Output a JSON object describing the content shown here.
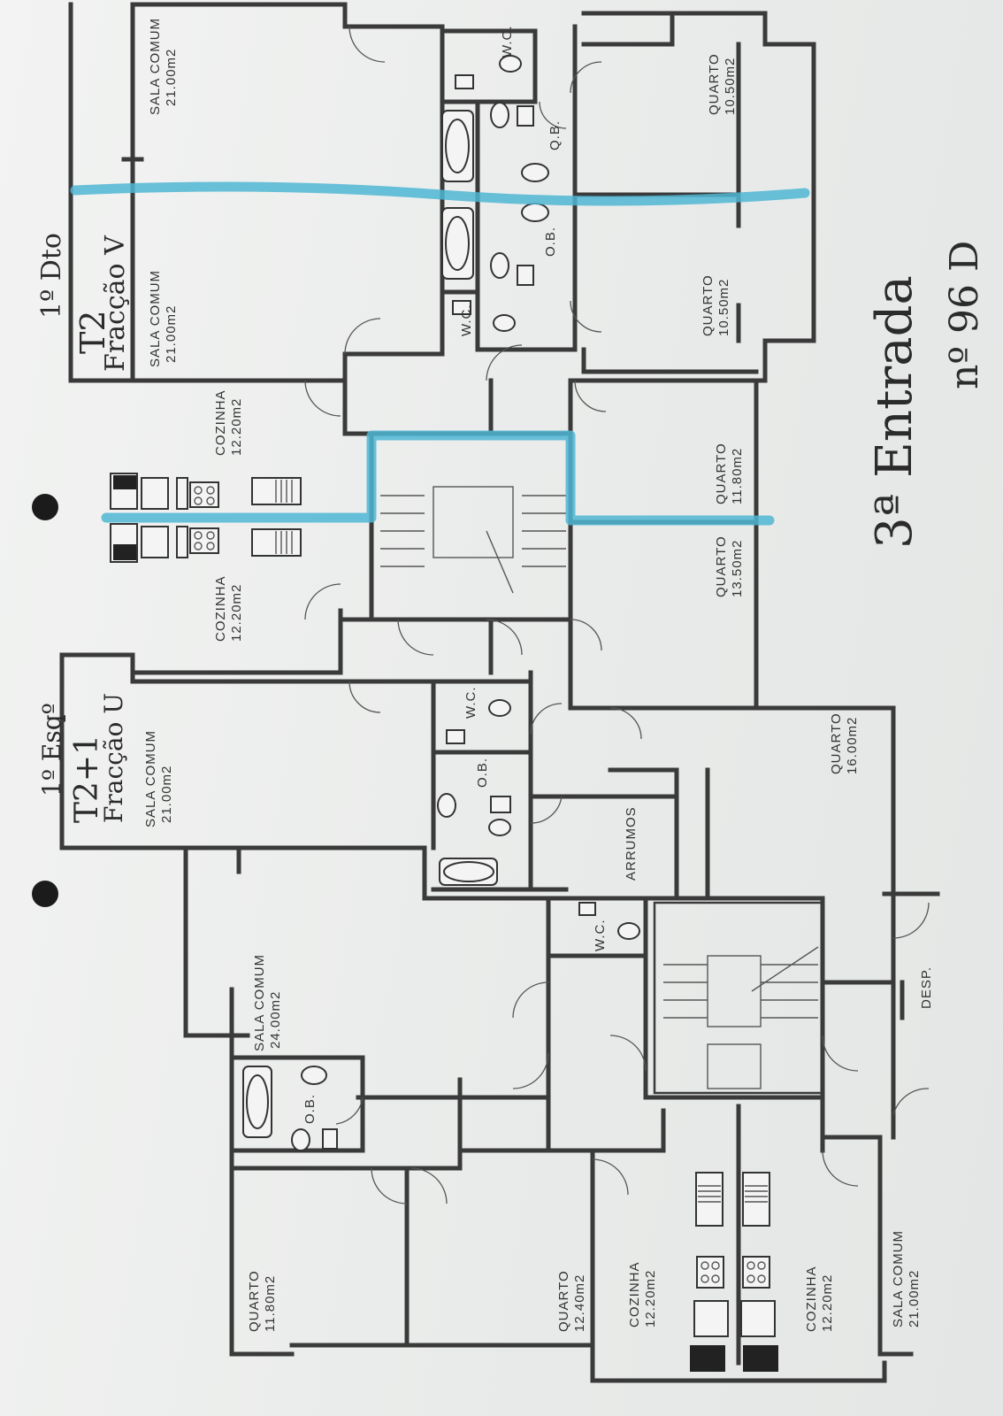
{
  "title": {
    "entrance": "3ª Entrada",
    "doc_number": "nº 96 D"
  },
  "apartments": [
    {
      "type": "T2",
      "note": "Fracção V",
      "floor": "1º Dto"
    },
    {
      "type": "T2+1",
      "note": "Fracção U",
      "floor": "1º Esqº"
    }
  ],
  "rooms": [
    {
      "name": "SALA COMUM",
      "area": "21.00m2"
    },
    {
      "name": "SALA COMUM",
      "area": "21.00m2"
    },
    {
      "name": "SALA COMUM",
      "area": "21.00m2"
    },
    {
      "name": "SALA COMUM",
      "area": "24.00m2"
    },
    {
      "name": "SALA COMUM",
      "area": "21.00m2"
    },
    {
      "name": "QUARTO",
      "area": "10.50m2"
    },
    {
      "name": "QUARTO",
      "area": "10.50m2"
    },
    {
      "name": "QUARTO",
      "area": "11.80m2"
    },
    {
      "name": "QUARTO",
      "area": "13.50m2"
    },
    {
      "name": "QUARTO",
      "area": "16.00m2"
    },
    {
      "name": "QUARTO",
      "area": "11.80m2"
    },
    {
      "name": "QUARTO",
      "area": "12.40m2"
    },
    {
      "name": "COZINHA",
      "area": "12.20m2"
    },
    {
      "name": "COZINHA",
      "area": "12.20m2"
    },
    {
      "name": "COZINHA",
      "area": "12.20m2"
    },
    {
      "name": "COZINHA",
      "area": "12.20m2"
    },
    {
      "name": "ARRUMOS",
      "area": ""
    },
    {
      "name": "DESP.",
      "area": ""
    }
  ],
  "fixtures": {
    "wc": "W.C.",
    "bath": "Q.B.",
    "bath_alt": "O.B."
  },
  "colors": {
    "highlight": "#4fb6d4",
    "wall": "#3a3a3a",
    "paper": "#eceeed"
  }
}
